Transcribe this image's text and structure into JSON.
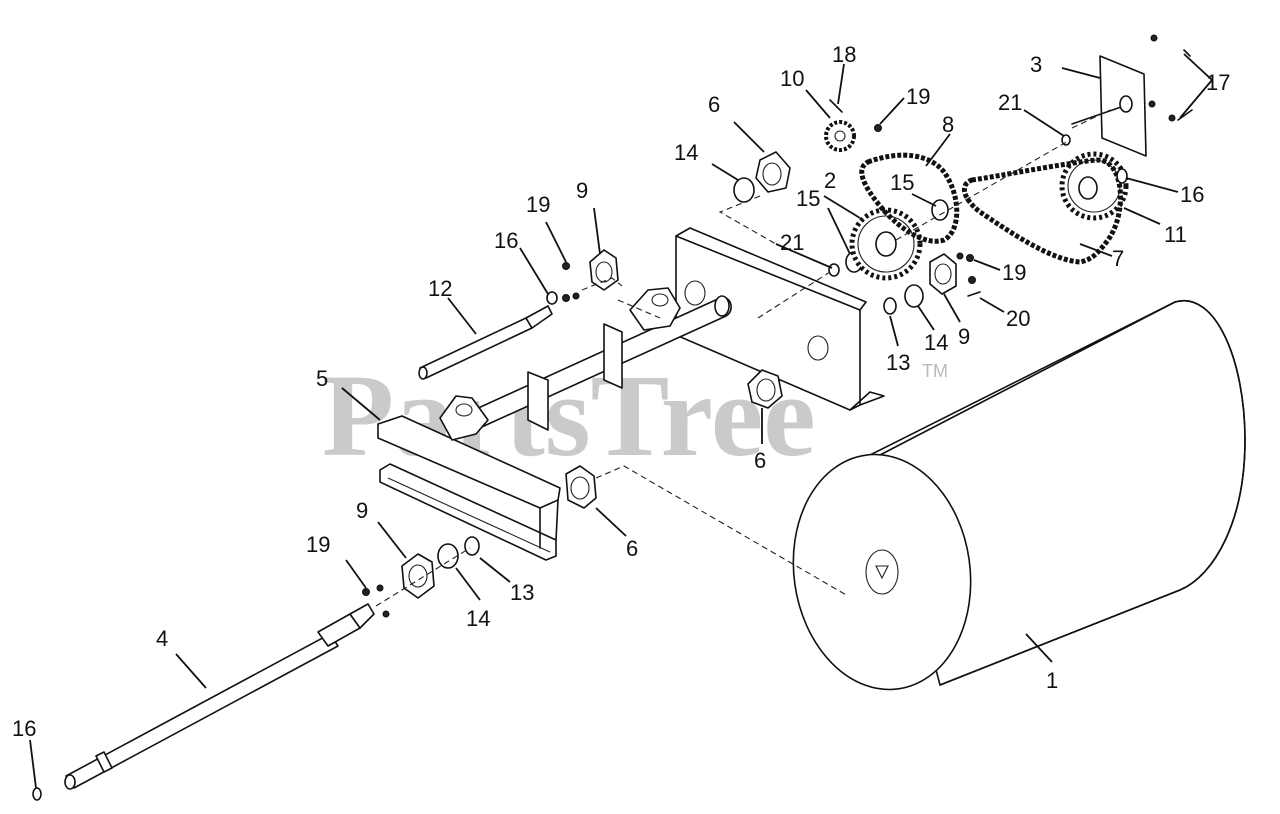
{
  "watermark": {
    "text": "PartsTree",
    "trademark": "TM"
  },
  "callouts": [
    {
      "id": "c1",
      "label": "1"
    },
    {
      "id": "c2",
      "label": "2"
    },
    {
      "id": "c3",
      "label": "3"
    },
    {
      "id": "c4",
      "label": "4"
    },
    {
      "id": "c5",
      "label": "5"
    },
    {
      "id": "c6a",
      "label": "6"
    },
    {
      "id": "c6b",
      "label": "6"
    },
    {
      "id": "c6c",
      "label": "6"
    },
    {
      "id": "c7",
      "label": "7"
    },
    {
      "id": "c8",
      "label": "8"
    },
    {
      "id": "c9a",
      "label": "9"
    },
    {
      "id": "c9b",
      "label": "9"
    },
    {
      "id": "c9c",
      "label": "9"
    },
    {
      "id": "c10",
      "label": "10"
    },
    {
      "id": "c11",
      "label": "11"
    },
    {
      "id": "c12",
      "label": "12"
    },
    {
      "id": "c13a",
      "label": "13"
    },
    {
      "id": "c13b",
      "label": "13"
    },
    {
      "id": "c14a",
      "label": "14"
    },
    {
      "id": "c14b",
      "label": "14"
    },
    {
      "id": "c14c",
      "label": "14"
    },
    {
      "id": "c15a",
      "label": "15"
    },
    {
      "id": "c15b",
      "label": "15"
    },
    {
      "id": "c16a",
      "label": "16"
    },
    {
      "id": "c16b",
      "label": "16"
    },
    {
      "id": "c16c",
      "label": "16"
    },
    {
      "id": "c17",
      "label": "17"
    },
    {
      "id": "c18",
      "label": "18"
    },
    {
      "id": "c19a",
      "label": "19"
    },
    {
      "id": "c19b",
      "label": "19"
    },
    {
      "id": "c19c",
      "label": "19"
    },
    {
      "id": "c19d",
      "label": "19"
    },
    {
      "id": "c20",
      "label": "20"
    },
    {
      "id": "c21a",
      "label": "21"
    },
    {
      "id": "c21b",
      "label": "21"
    }
  ]
}
